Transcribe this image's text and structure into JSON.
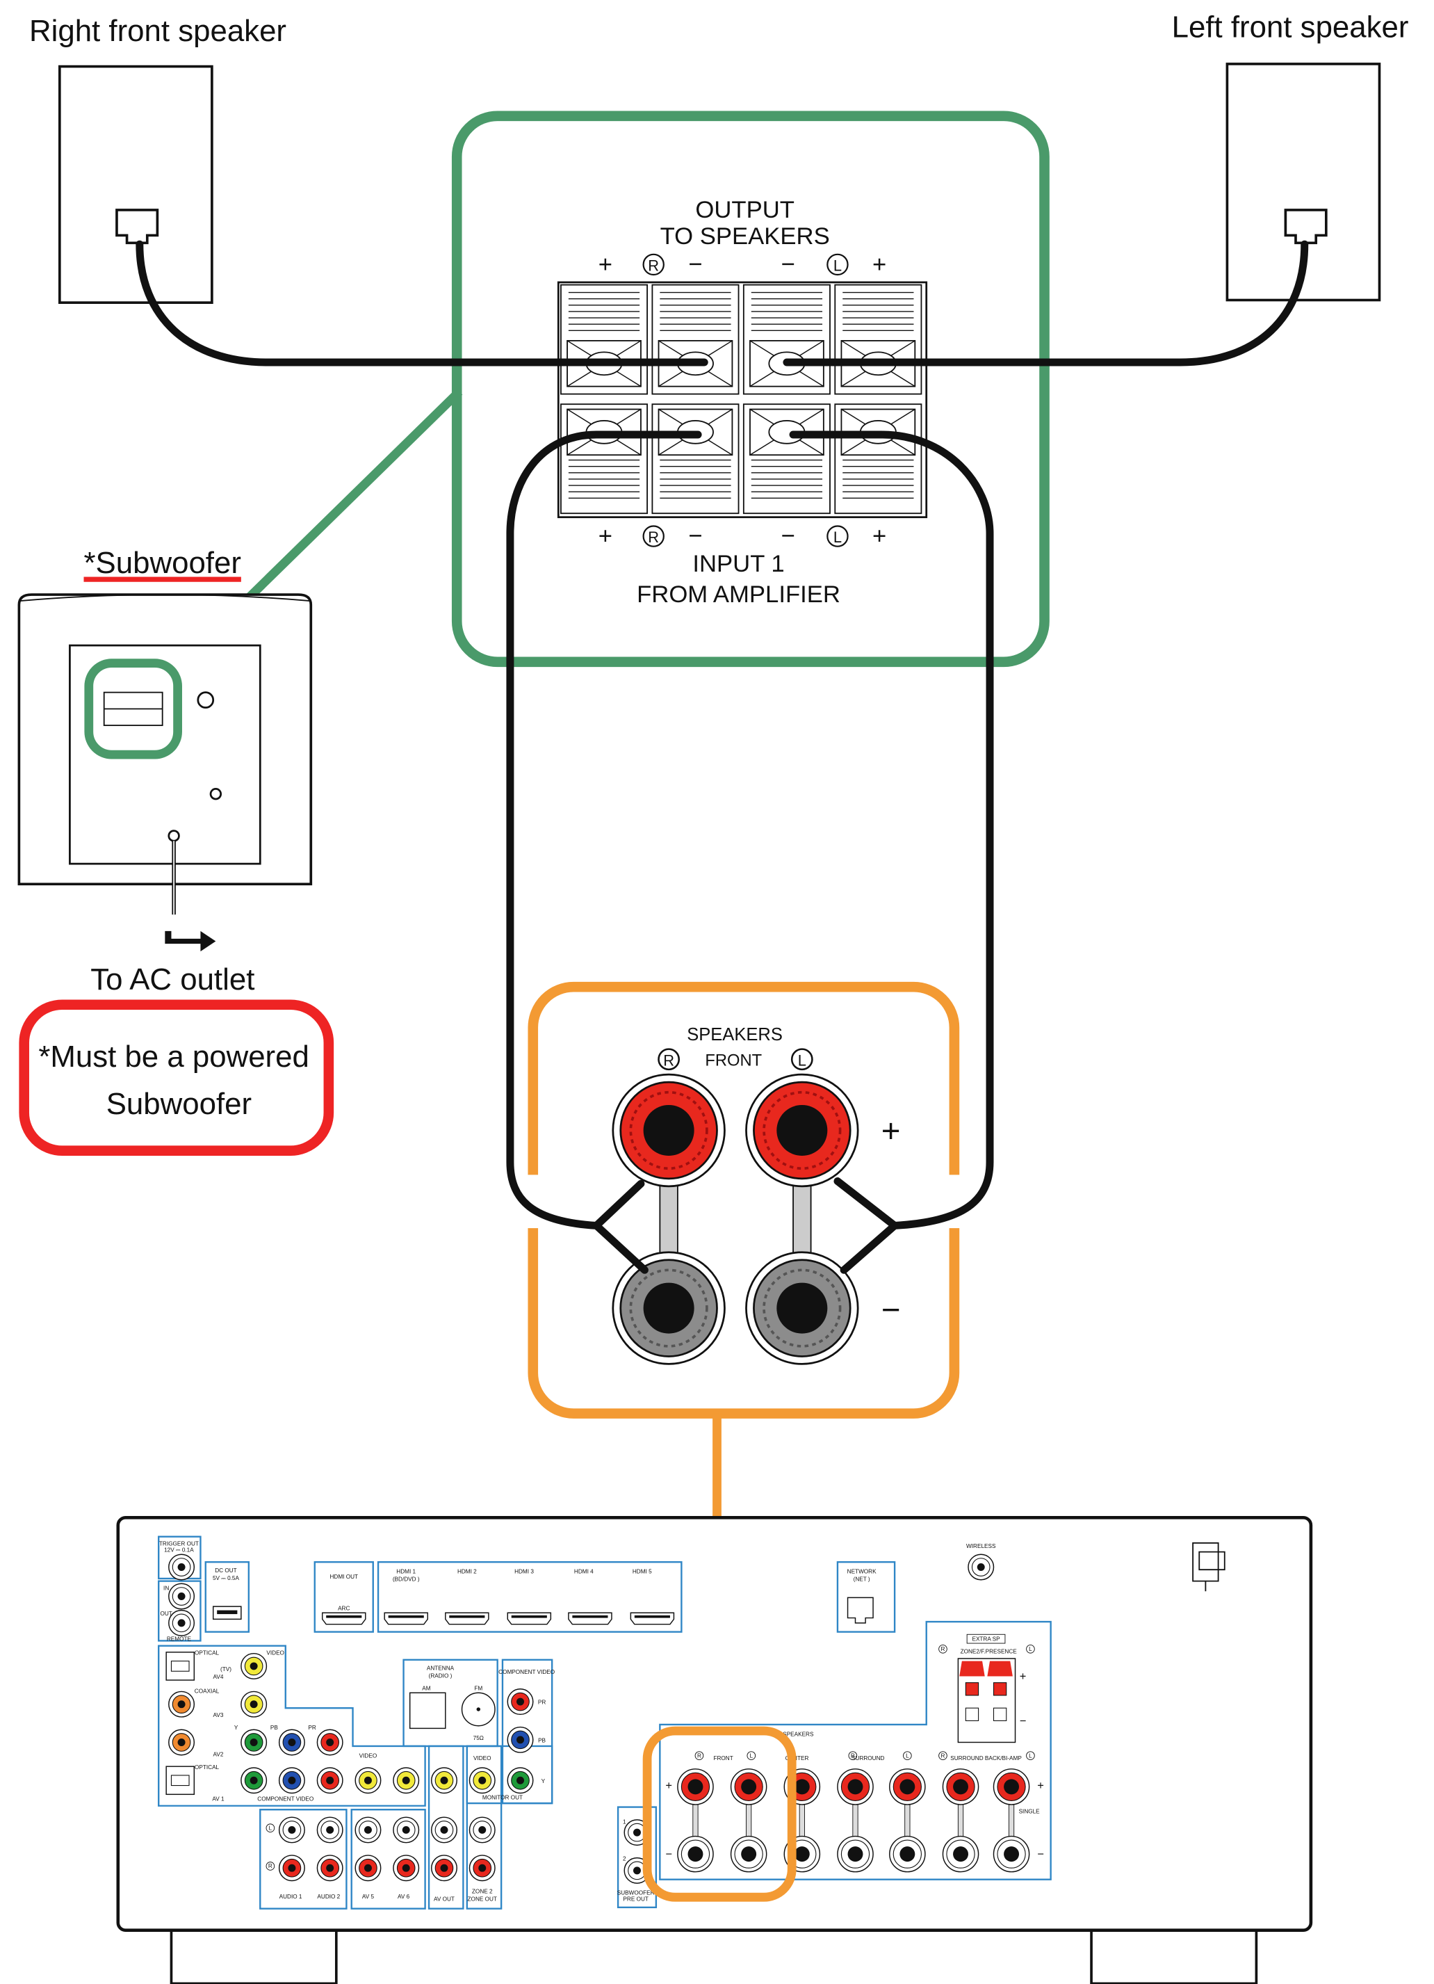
{
  "speakers": {
    "right_label": "Right front speaker",
    "left_label": "Left front speaker"
  },
  "sub_panel": {
    "output_line1": "OUTPUT",
    "output_line2": "TO SPEAKERS",
    "input_line1": "INPUT 1",
    "input_line2": "FROM AMPLIFIER",
    "plus": "+",
    "minus": "−",
    "r_mark": "R",
    "l_mark": "L"
  },
  "subwoofer": {
    "title": "*Subwoofer",
    "ac_label": "To AC outlet",
    "note_line1": "*Must be a powered",
    "note_line2": "Subwoofer"
  },
  "front_terminals": {
    "title": "SPEAKERS",
    "subtitle": "FRONT",
    "r_mark": "R",
    "l_mark": "L",
    "plus": "+",
    "minus": "−"
  },
  "receiver": {
    "trigger_out": "TRIGGER OUT",
    "trigger_spec": "12V ⎓ 0.1A",
    "remote_in": "IN",
    "remote_out": "OUT",
    "remote": "REMOTE",
    "dc_out": "DC OUT",
    "dc_spec": "5V ⎓ 0.5A",
    "hdmi_out": "HDMI  OUT",
    "arc": "ARC",
    "hdmi_inputs": [
      "HDMI 1",
      "HDMI 2",
      "HDMI 3",
      "HDMI 4",
      "HDMI 5"
    ],
    "hdmi1_sub": "(BD/DVD )",
    "optical": "OPTICAL",
    "coaxial": "COAXIAL",
    "video": "VIDEO",
    "tv": "(TV)",
    "av4": "AV4",
    "av3": "AV3",
    "av2": "AV2",
    "av1": "AV 1",
    "y": "Y",
    "pb": "PB",
    "pr": "PR",
    "component_video": "COMPONENT VIDEO",
    "antenna": "ANTENNA",
    "radio": "(RADIO )",
    "am": "AM",
    "fm": "FM",
    "ohm": "75Ω",
    "component_video_monitor": "COMPONENT VIDEO",
    "monitor_video": "VIDEO",
    "monitor_out": "MONITOR OUT",
    "audio1": "AUDIO 1",
    "audio2": "AUDIO 2",
    "av5": "AV 5",
    "av6": "AV 6",
    "av_out": "AV OUT",
    "zone2_line1": "ZONE 2",
    "zone2_line2": "ZONE OUT",
    "sub_pre_out_line1": "SUBWOOFER",
    "sub_pre_out_line2": "PRE OUT",
    "sub_1": "1",
    "sub_2": "2",
    "network": "NETWORK",
    "net": "(NET )",
    "wireless": "WIRELESS",
    "extra_sp": "EXTRA SP",
    "zone2_presence": "ZONE2/F.PRESENCE",
    "speakers": "SPEAKERS",
    "front": "FRONT",
    "center": "CENTER",
    "surround": "SURROUND",
    "surround_back": "SURROUND BACK/BI-AMP",
    "single": "SINGLE",
    "r_mark": "R",
    "l_mark": "L"
  },
  "colors": {
    "green_highlight": "#4a9a6a",
    "orange_highlight": "#f39a33",
    "red_highlight": "#ee2424",
    "panel_blue": "#2f86c6",
    "terminal_red": "#e8281e",
    "terminal_gray": "#8c8c8c"
  }
}
